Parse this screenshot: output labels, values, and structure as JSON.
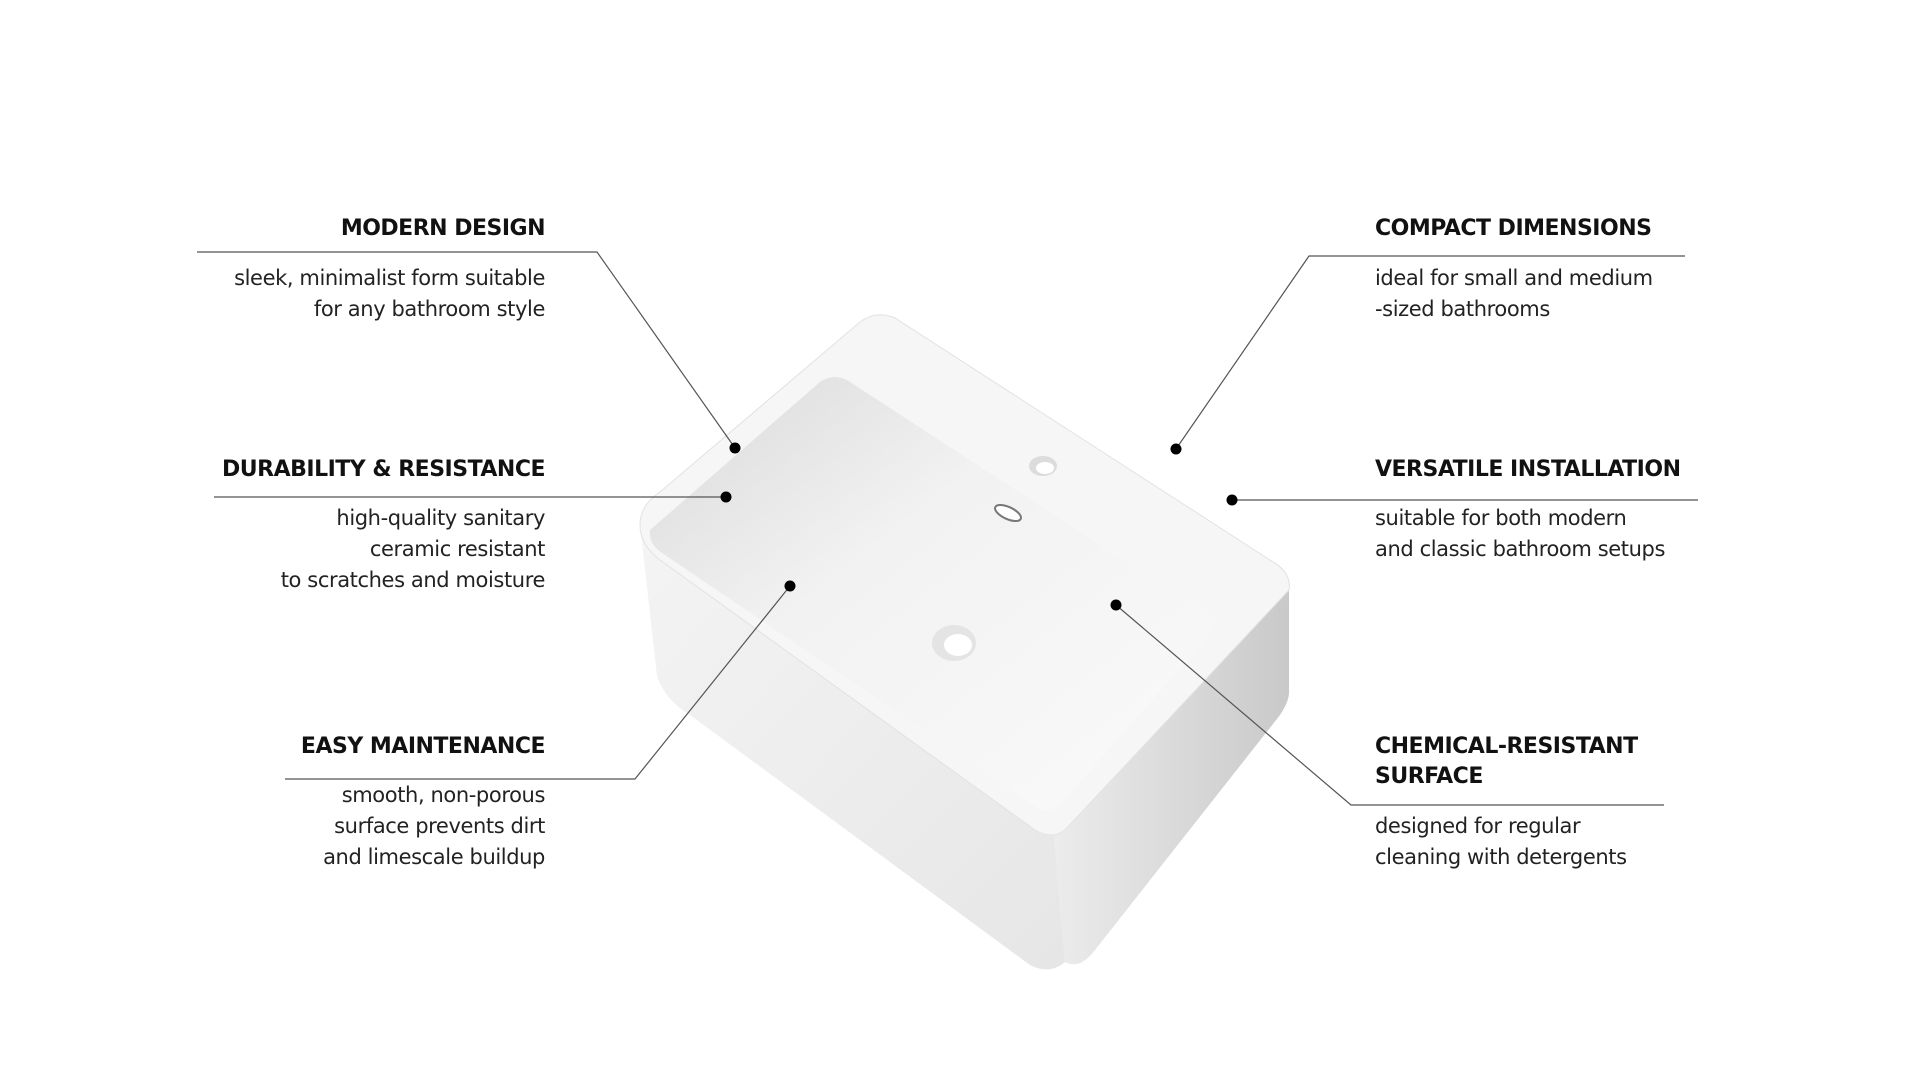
{
  "features": {
    "modern_design": {
      "title": "MODERN DESIGN",
      "lines": [
        "sleek, minimalist form suitable",
        "for any bathroom style"
      ]
    },
    "durability": {
      "title": "DURABILITY & RESISTANCE",
      "lines": [
        "high-quality sanitary",
        "ceramic resistant",
        "to scratches and moisture"
      ]
    },
    "easy_maintenance": {
      "title": "EASY MAINTENANCE",
      "lines": [
        "smooth, non-porous",
        "surface prevents dirt",
        "and limescale buildup"
      ]
    },
    "compact_dimensions": {
      "title": "COMPACT DIMENSIONS",
      "lines": [
        "ideal for small and medium",
        "-sized bathrooms"
      ]
    },
    "versatile_installation": {
      "title": "VERSATILE INSTALLATION",
      "lines": [
        "suitable for both modern",
        "and classic bathroom setups"
      ]
    },
    "chemical_resistant": {
      "title_lines": [
        "CHEMICAL-RESISTANT",
        "SURFACE"
      ],
      "lines": [
        "designed for regular",
        "cleaning with detergents"
      ]
    }
  },
  "colors": {
    "leader_line": "#555555",
    "dot": "#000000",
    "text": "#111111"
  }
}
